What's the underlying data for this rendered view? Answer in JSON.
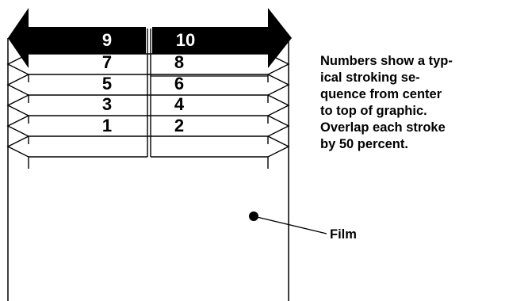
{
  "strokes": {
    "numbers": [
      "1",
      "2",
      "3",
      "4",
      "5",
      "6",
      "7",
      "8",
      "9",
      "10"
    ]
  },
  "note": {
    "lines": [
      "Numbers show a typ-",
      "ical stroking se-",
      "quence from center",
      "to top of graphic.",
      "Overlap each stroke",
      "by 50 percent."
    ]
  },
  "callout": {
    "label": "Film"
  },
  "colors": {
    "ink": "#000000",
    "paper": "#ffffff"
  }
}
